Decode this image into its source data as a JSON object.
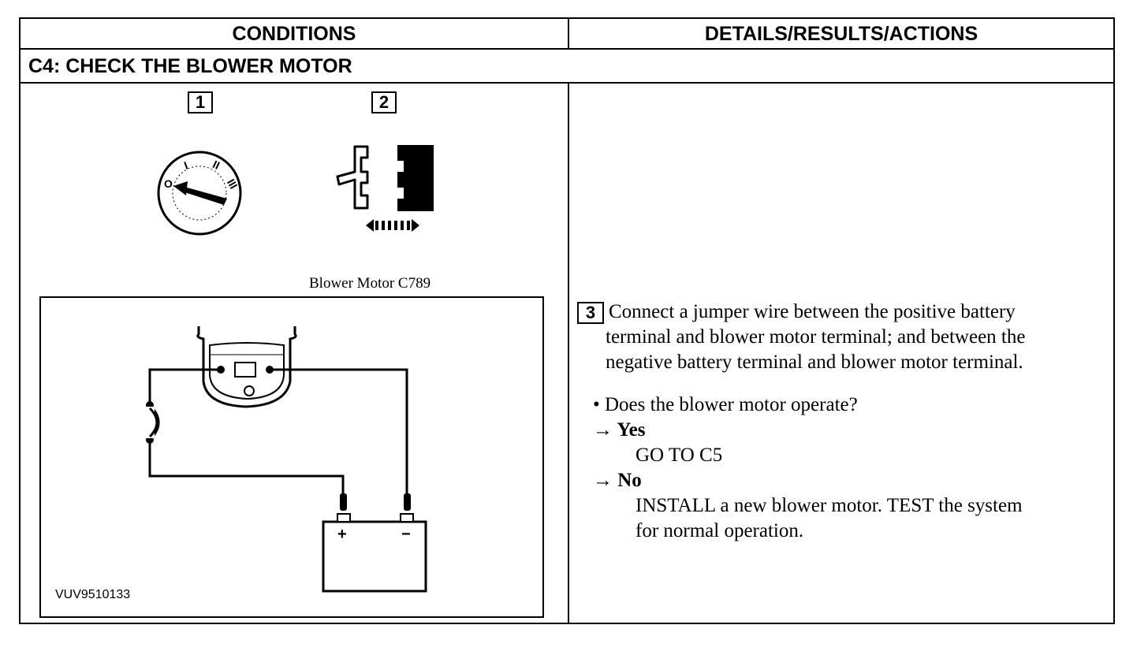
{
  "headers": {
    "conditions": "CONDITIONS",
    "details": "DETAILS/RESULTS/ACTIONS"
  },
  "step_title": "C4: CHECK THE BLOWER MOTOR",
  "left": {
    "step1_num": "1",
    "step2_num": "2",
    "ignition_labels": [
      "O",
      "I",
      "II",
      "III"
    ],
    "connector_caption": "Blower Motor C789",
    "battery_plus": "+",
    "battery_minus": "−",
    "figure_code": "VUV9510133"
  },
  "right": {
    "step3_num": "3",
    "step3_lines": [
      "Connect a jumper wire between the positive battery",
      "terminal and blower motor terminal; and between the",
      "negative battery terminal and blower motor terminal."
    ],
    "question": "• Does the blower motor operate?",
    "yes_label": "→ Yes",
    "yes_action": "GO TO C5",
    "no_label": "→ No",
    "no_action_lines": [
      "INSTALL a new blower motor. TEST the system",
      "for normal operation."
    ]
  }
}
